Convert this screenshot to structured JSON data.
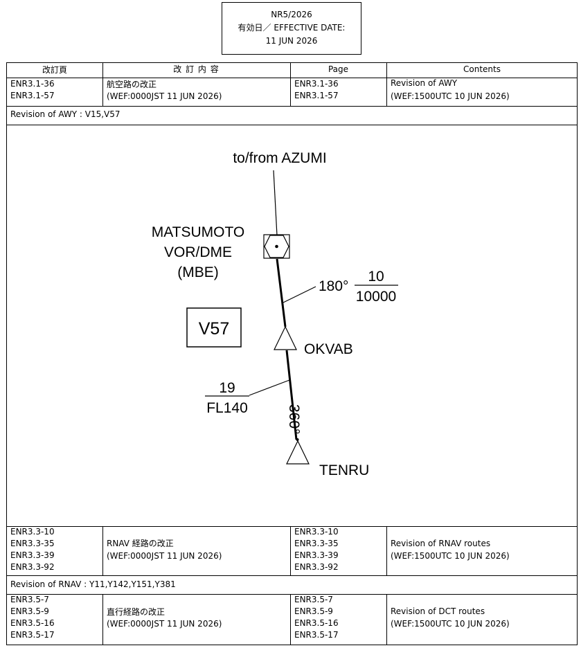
{
  "notice": {
    "number": "NR5/2026",
    "effective_label": "有効日／ EFFECTIVE DATE:",
    "effective_date": "11 JUN 2026"
  },
  "table": {
    "headers": {
      "page_jp": "改訂頁",
      "contents_jp": "改 訂 内 容",
      "page_en": "Page",
      "contents_en": "Contents"
    },
    "sections": [
      {
        "pages": [
          "ENR3.1-36",
          "ENR3.1-57"
        ],
        "contents_jp": [
          "航空路の改正",
          "(WEF:0000JST 11 JUN 2026)"
        ],
        "contents_en": [
          "Revision of AWY",
          "(WEF:1500UTC 10 JUN 2026)"
        ],
        "summary": "Revision of AWY : V15,V57"
      },
      {
        "pages": [
          "ENR3.3-10",
          "ENR3.3-35",
          "ENR3.3-39",
          "ENR3.3-92"
        ],
        "contents_jp": [
          "RNAV 経路の改正",
          "(WEF:0000JST 11 JUN 2026)"
        ],
        "contents_en": [
          "Revision of RNAV routes",
          "(WEF:1500UTC 10 JUN 2026)"
        ],
        "summary": "Revision of RNAV : Y11,Y142,Y151,Y381"
      },
      {
        "pages": [
          "ENR3.5-7",
          "ENR3.5-9",
          "ENR3.5-16",
          "ENR3.5-17"
        ],
        "contents_jp": [
          "直行経路の改正",
          "(WEF:0000JST 11 JUN 2026)"
        ],
        "contents_en": [
          "Revision of DCT routes",
          "(WEF:1500UTC 10 JUN 2026)"
        ]
      }
    ]
  },
  "diagram": {
    "to_from": "to/from AZUMI",
    "vor_name": "MATSUMOTO",
    "vor_type": "VOR/DME",
    "vor_id": "(MBE)",
    "route": "V57",
    "upper_course": "180°",
    "upper_distance": "10",
    "upper_altitude": "10000",
    "waypoint1": "OKVAB",
    "lower_distance": "19",
    "lower_altitude": "FL140",
    "lower_course": "360°",
    "waypoint2": "TENRU"
  }
}
